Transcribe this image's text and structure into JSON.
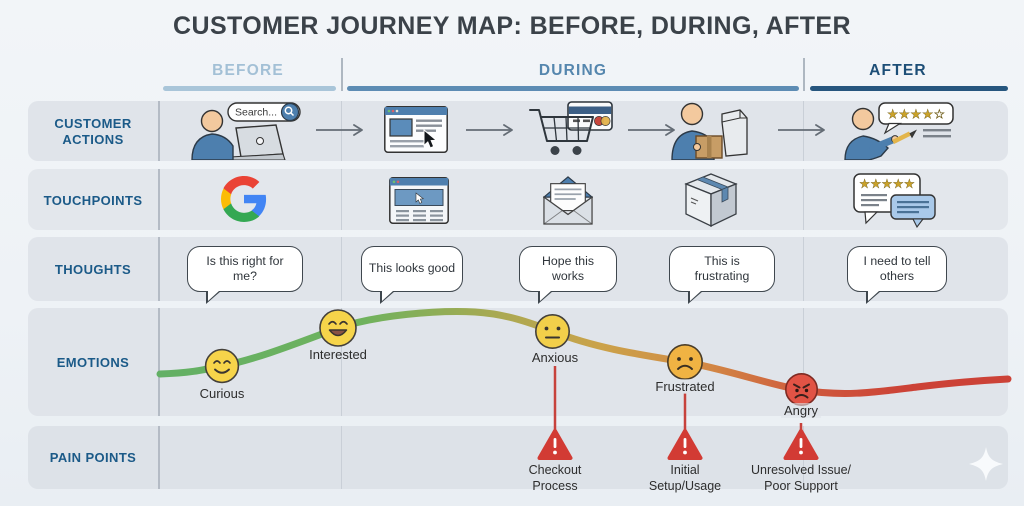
{
  "title": "CUSTOMER JOURNEY MAP: BEFORE, DURING, AFTER",
  "phases": {
    "before": "BEFORE",
    "during": "DURING",
    "after": "AFTER"
  },
  "row_labels": {
    "actions": "CUSTOMER ACTIONS",
    "touchpoints": "TOUCHPOINTS",
    "thoughts": "THOUGHTS",
    "emotions": "EMOTIONS",
    "pain": "PAIN POINTS"
  },
  "actions": {
    "search_placeholder": "Search...",
    "review_stars": "★★★★☆"
  },
  "touchpoints": {
    "review_stars": "★★★★★"
  },
  "thoughts": [
    "Is this right for me?",
    "This looks good",
    "Hope this works",
    "This is frustrating",
    "I need to tell others"
  ],
  "emotions": [
    "Curious",
    "Interested",
    "Anxious",
    "Frustrated",
    "Angry"
  ],
  "pain_points": [
    "Checkout\nProcess",
    "Initial\nSetup/Usage",
    "Unresolved Issue/\nPoor Support"
  ],
  "colors": {
    "phase_before": "#a3c0d6",
    "phase_during": "#5586ae",
    "phase_after": "#1d4e77",
    "row_label_text": "#1b5a88",
    "curve_green": "#63b065",
    "curve_yellow": "#c2af4e",
    "curve_orange": "#d28a45",
    "curve_red": "#cc4237",
    "alert_red": "#d23b34"
  },
  "chart_data": {
    "type": "line",
    "title": "Emotion curve across journey stages",
    "x": [
      "Curious",
      "Interested",
      "Anxious",
      "Frustrated",
      "Angry"
    ],
    "values": [
      0.45,
      0.85,
      0.72,
      0.45,
      0.2
    ],
    "ylim": [
      0,
      1
    ],
    "legend": "sentiment high→low rendered as green→red gradient line"
  }
}
